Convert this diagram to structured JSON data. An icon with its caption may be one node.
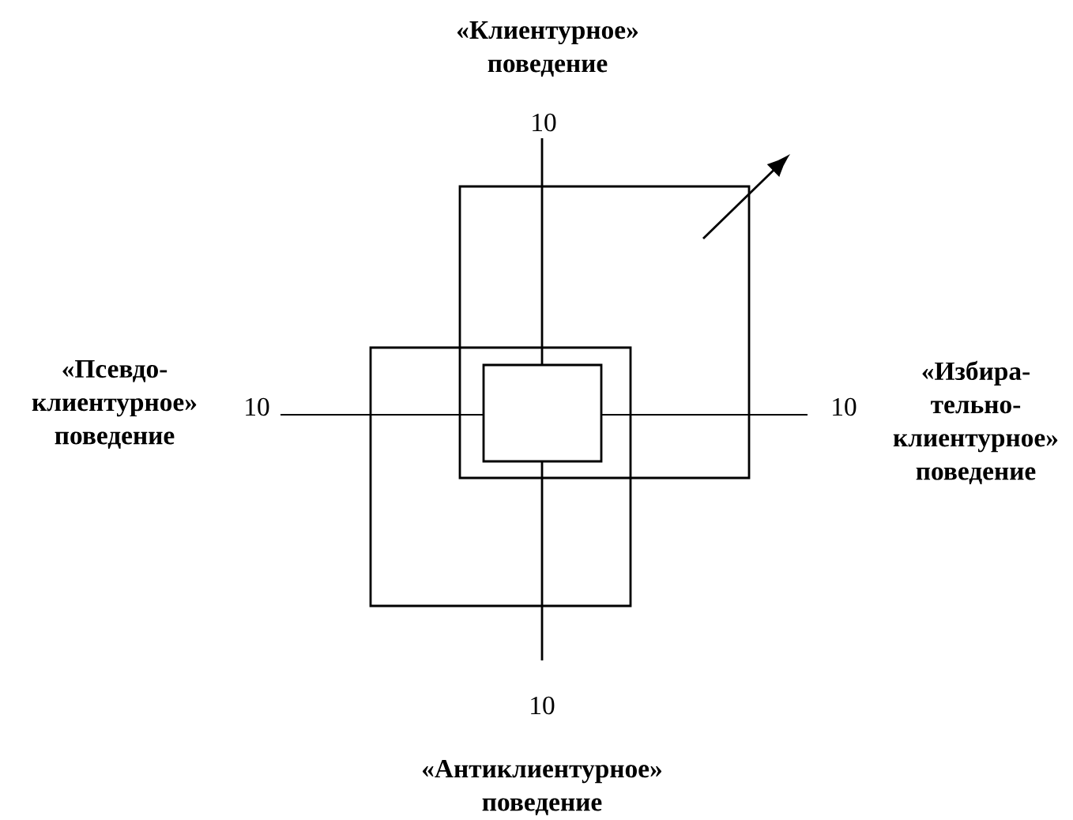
{
  "diagram": {
    "nodes": [
      {
        "text": [
          "«Клиентурное» поведение"
        ]
      },
      {
        "text": [
          "«Псевдо- клиентурное» поведение"
        ]
      },
      {
        "text": [
          "«Избира- тельно- клиентурное» поведение"
        ]
      },
      {
        "text": [
          "«Антиклиентурное» поведение"
        ]
      },
      {
        "text": [],
        "shape": "box"
      },
      {
        "text": [],
        "shape": "box"
      },
      {
        "text": [],
        "shape": "box"
      }
    ],
    "edges": [],
    "labels": [
      "10",
      "10",
      "10",
      "10"
    ]
  }
}
